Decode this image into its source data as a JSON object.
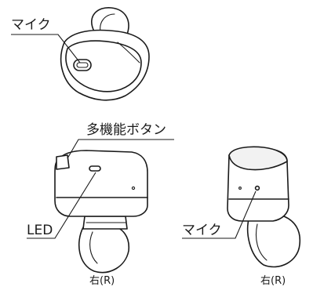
{
  "labels": {
    "top_mic": "マイク",
    "multi_button": "多機能ボタン",
    "led": "LED",
    "right_mic": "マイク",
    "caption_left": "右(R)",
    "caption_right": "右(R)"
  },
  "colors": {
    "ink": "#1a1a1a",
    "background": "#ffffff"
  }
}
